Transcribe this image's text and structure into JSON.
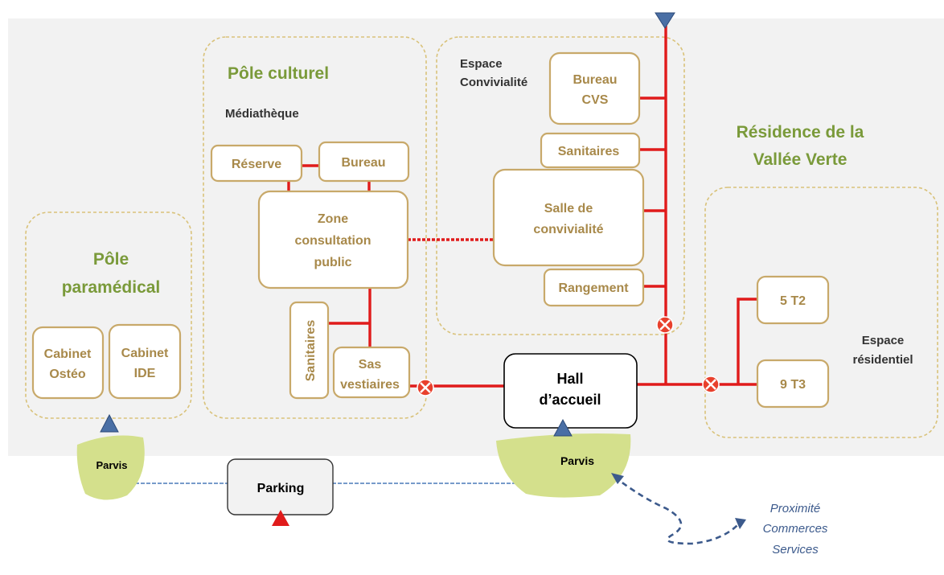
{
  "zones": {
    "pole_culturel": "Pôle culturel",
    "mediatheque": "Médiathèque",
    "espace_convivialite_1": "Espace",
    "espace_convivialite_2": "Convivialité",
    "residence_1": "Résidence de la",
    "residence_2": "Vallée Verte",
    "pole_paramedical_1": "Pôle",
    "pole_paramedical_2": "paramédical",
    "espace_residentiel_1": "Espace",
    "espace_residentiel_2": "résidentiel"
  },
  "rooms": {
    "reserve": "Réserve",
    "bureau": "Bureau",
    "zone_consultation_1": "Zone",
    "zone_consultation_2": "consultation",
    "zone_consultation_3": "public",
    "sanitaires_vertical": "Sanitaires",
    "sas_vestiaires_1": "Sas",
    "sas_vestiaires_2": "vestiaires",
    "bureau_cvs_1": "Bureau",
    "bureau_cvs_2": "CVS",
    "sanitaires": "Sanitaires",
    "salle_convivialite_1": "Salle de",
    "salle_convivialite_2": "convivialité",
    "rangement": "Rangement",
    "cabinet_osteo_1": "Cabinet",
    "cabinet_osteo_2": "Ostéo",
    "cabinet_ide_1": "Cabinet",
    "cabinet_ide_2": "IDE",
    "t2": "5 T2",
    "t3": "9 T3",
    "hall_1": "Hall",
    "hall_2": "d’accueil",
    "parking": "Parking"
  },
  "outside": {
    "parvis_left": "Parvis",
    "parvis_right": "Parvis",
    "proximite_1": "Proximité",
    "proximite_2": "Commerces",
    "proximite_3": "Services"
  },
  "colors": {
    "building_bg": "#f2f2f2",
    "room_border": "#c8a96a",
    "room_text": "#a8894a",
    "zone_title": "#7a9a3a",
    "circulation": "#e01b1b",
    "parvis": "#d4e08c",
    "entry_marker": "#4a6fa5",
    "parking_marker": "#e01b1b"
  }
}
